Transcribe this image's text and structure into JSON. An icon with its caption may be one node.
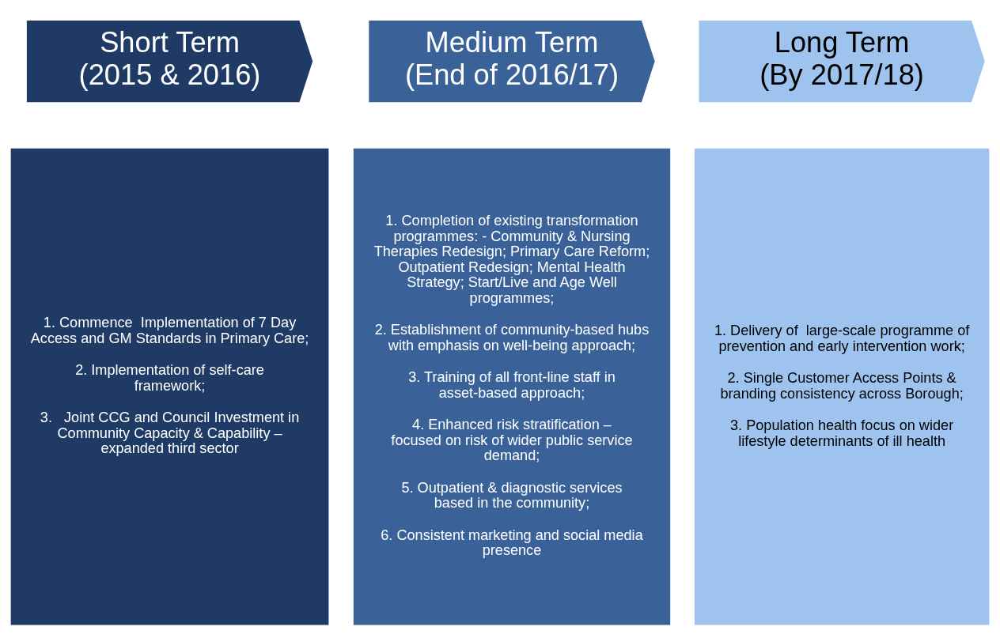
{
  "diagram": {
    "nodes": [
      {
        "text": [
          "Short Term",
          "(2015 & 2016)"
        ]
      },
      {
        "text": [
          "Medium Term",
          "(End of 2016/17)"
        ]
      },
      {
        "text": [
          "Long Term",
          "(By 2017/18)"
        ]
      },
      {
        "text": [
          "1. Commence  Implementation of 7 Day Access and GM Standards in Primary Care;",
          "2. Implementation of self-care framework;",
          "3.   Joint CCG and Council Investment in Community Capacity & Capability – expanded third sector"
        ]
      },
      {
        "text": [
          "1. Completion of existing transformation programmes: - Community & Nursing Therapies Redesign; Primary Care Reform;  Outpatient Redesign; Mental Health Strategy; Start/Live and Age Well programmes;",
          "2. Establishment of community-based hubs with emphasis on well-being approach;",
          "3. Training of all front-line staff in asset-based approach;",
          "4. Enhanced risk stratification – focused on risk of wider public service demand;",
          "5. Outpatient & diagnostic services based in the community;",
          "6. Consistent marketing and social media presence"
        ]
      },
      {
        "text": [
          "1. Delivery of  large-scale programme of prevention and early intervention work;",
          "2. Single Customer Access Points & branding consistency across Borough;",
          "3. Population health focus on wider lifestyle determinants of ill health"
        ]
      }
    ]
  }
}
